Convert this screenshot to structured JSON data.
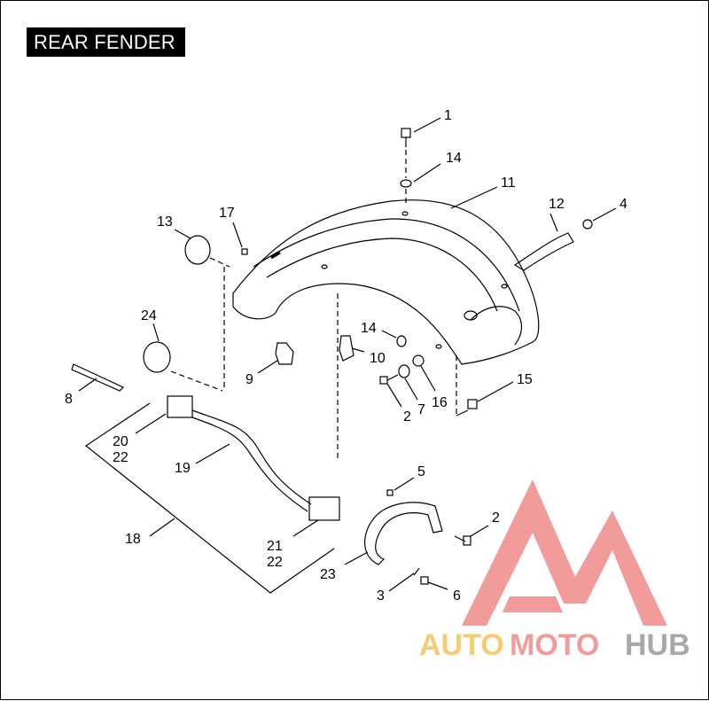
{
  "title": "REAR FENDER",
  "callouts": [
    {
      "id": "c1",
      "text": "1"
    },
    {
      "id": "c14a",
      "text": "14"
    },
    {
      "id": "c11",
      "text": "11"
    },
    {
      "id": "c12",
      "text": "12"
    },
    {
      "id": "c4",
      "text": "4"
    },
    {
      "id": "c13",
      "text": "13"
    },
    {
      "id": "c17",
      "text": "17"
    },
    {
      "id": "c24",
      "text": "24"
    },
    {
      "id": "c8",
      "text": "8"
    },
    {
      "id": "c9",
      "text": "9"
    },
    {
      "id": "c10",
      "text": "10"
    },
    {
      "id": "c14b",
      "text": "14"
    },
    {
      "id": "c15",
      "text": "15"
    },
    {
      "id": "c2a",
      "text": "2"
    },
    {
      "id": "c7",
      "text": "7"
    },
    {
      "id": "c16",
      "text": "16"
    },
    {
      "id": "c20",
      "text": "20"
    },
    {
      "id": "c22a",
      "text": "22"
    },
    {
      "id": "c19",
      "text": "19"
    },
    {
      "id": "c5",
      "text": "5"
    },
    {
      "id": "c2b",
      "text": "2"
    },
    {
      "id": "c18",
      "text": "18"
    },
    {
      "id": "c21",
      "text": "21"
    },
    {
      "id": "c22b",
      "text": "22"
    },
    {
      "id": "c23",
      "text": "23"
    },
    {
      "id": "c3",
      "text": "3"
    },
    {
      "id": "c6",
      "text": "6"
    }
  ],
  "watermark": {
    "part1": "AUTO",
    "part2": "MOTO",
    "part3": "HUB",
    "color_yellow": "#f5c35a",
    "color_red": "#f08a8a",
    "color_gray": "#9a9a9a"
  }
}
